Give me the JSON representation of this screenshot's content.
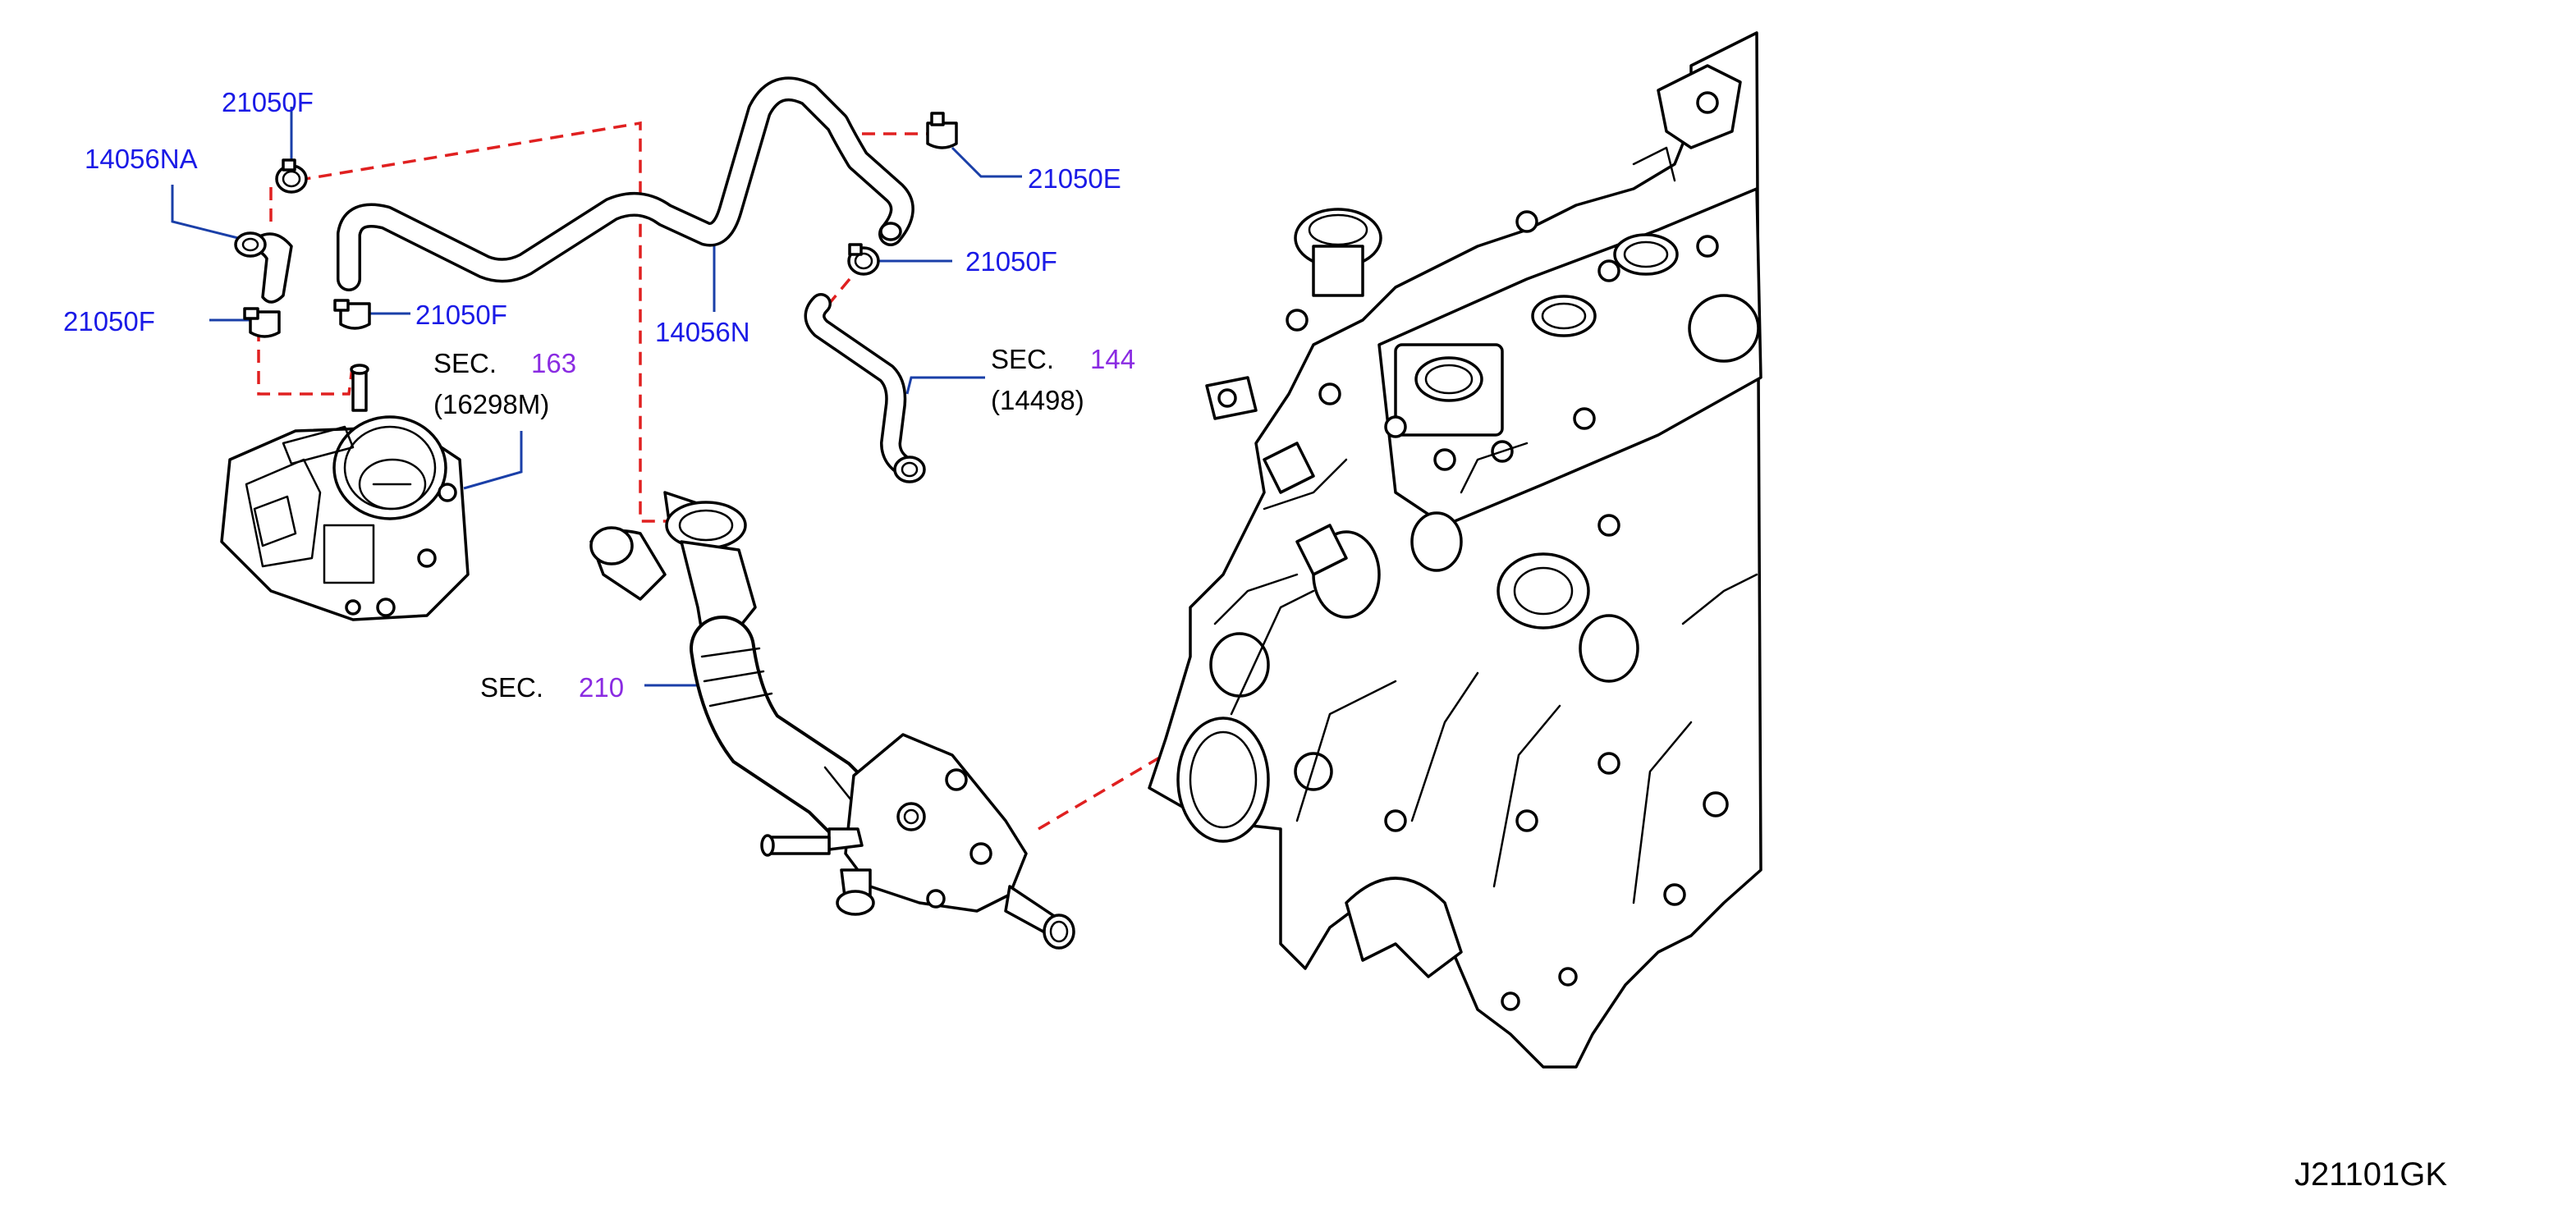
{
  "labels": {
    "clip_top_left": "21050F",
    "hose_small": "14056NA",
    "clip_left": "21050F",
    "clip_mid": "21050F",
    "hose_main": "14056N",
    "clip_top_right": "21050E",
    "clip_right": "21050F"
  },
  "sections": {
    "throttle": {
      "prefix": "SEC.",
      "number": "163",
      "part": "(16298M)"
    },
    "water_hose": {
      "prefix": "SEC.",
      "number": "144",
      "part": "(14498)"
    },
    "water_outlet": {
      "prefix": "SEC.",
      "number": "210"
    }
  },
  "diagram_code": "J21101GK",
  "colors": {
    "part_number": "#1a1ae6",
    "section_number": "#8a2be2",
    "leader_line": "#1a3fa8",
    "reference_dash": "#e02020"
  }
}
